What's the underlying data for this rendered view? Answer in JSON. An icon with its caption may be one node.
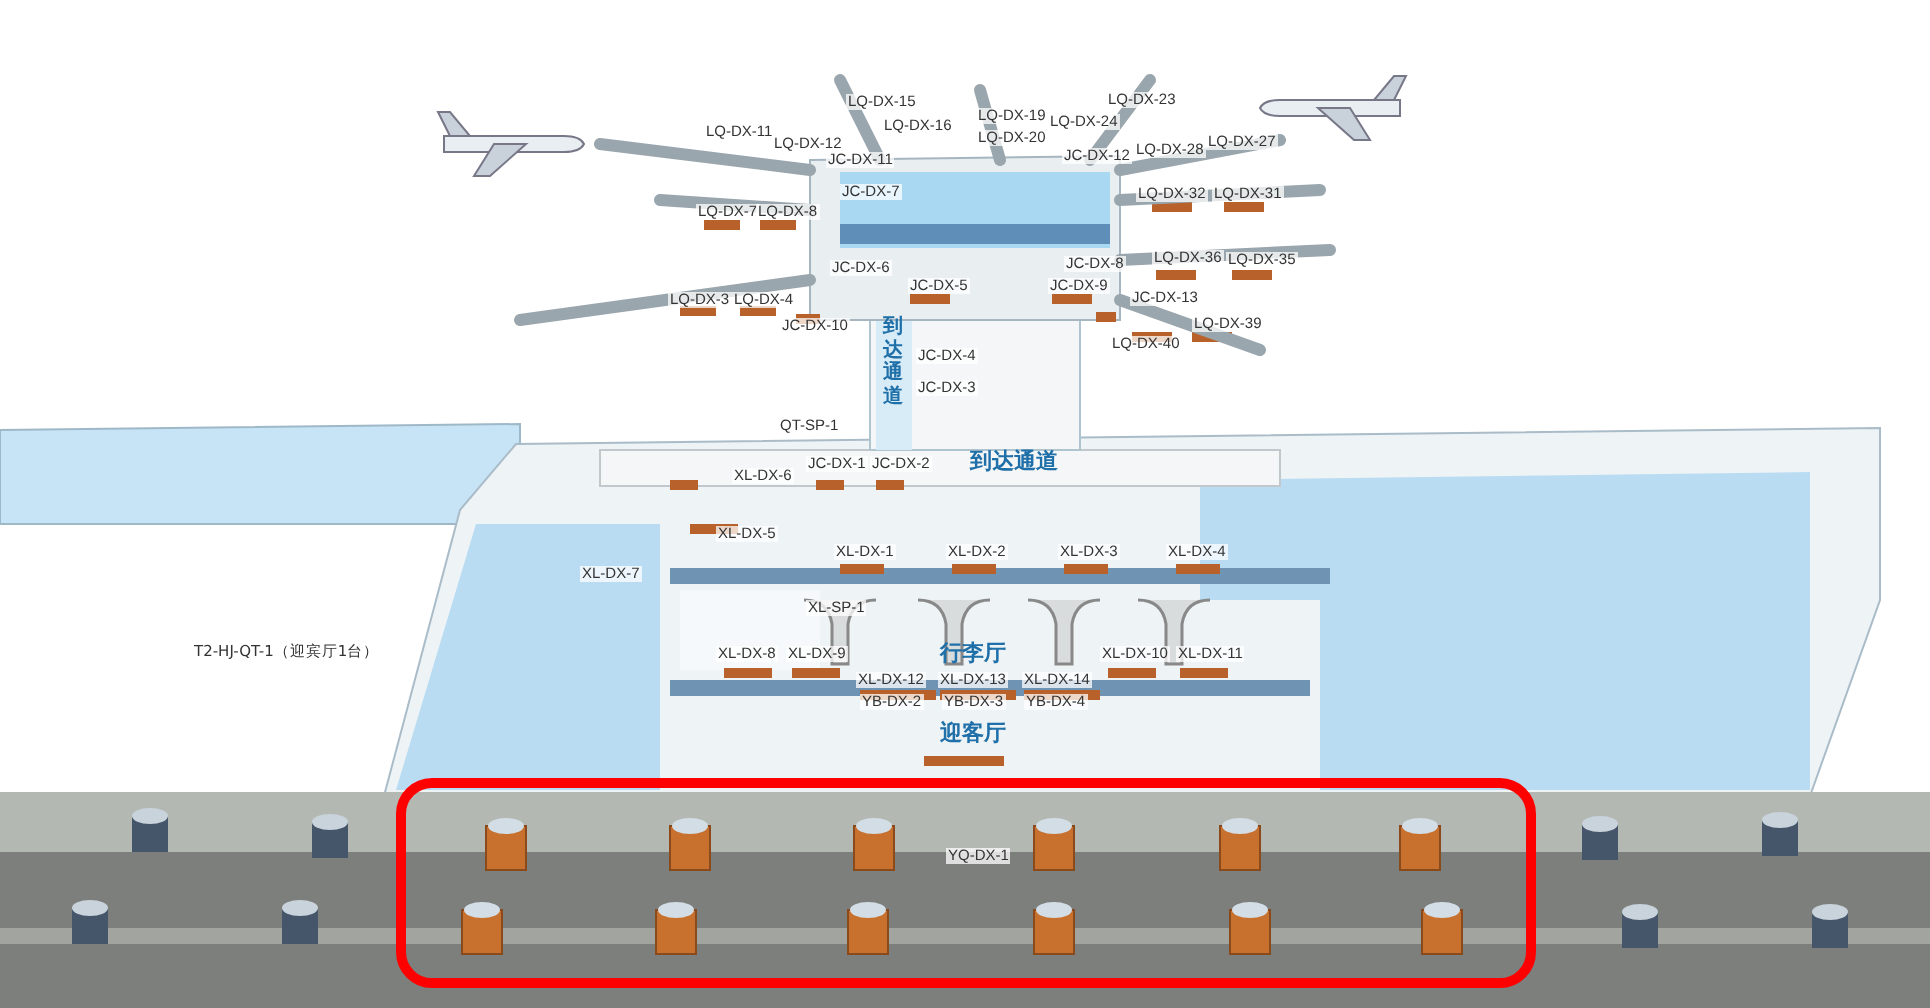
{
  "diagram": {
    "nodes": [
      {
        "text": [
          "YQ-DX-1"
        ]
      }
    ],
    "labels": [
      "LQ-DX-15",
      "LQ-DX-19",
      "LQ-DX-23",
      "LQ-DX-16",
      "LQ-DX-20",
      "LQ-DX-24",
      "LQ-DX-11",
      "LQ-DX-12",
      "JC-DX-11",
      "JC-DX-12",
      "LQ-DX-28",
      "LQ-DX-27",
      "JC-DX-7",
      "LQ-DX-32",
      "LQ-DX-31",
      "LQ-DX-7",
      "LQ-DX-8",
      "JC-DX-6",
      "JC-DX-8",
      "LQ-DX-36",
      "LQ-DX-35",
      "JC-DX-5",
      "JC-DX-9",
      "LQ-DX-3",
      "LQ-DX-4",
      "JC-DX-13",
      "JC-DX-10",
      "LQ-DX-39",
      "LQ-DX-40",
      "到达通道",
      "JC-DX-4",
      "JC-DX-3",
      "QT-SP-1",
      "JC-DX-1",
      "JC-DX-2",
      "到达通道",
      "XL-DX-6",
      "XL-DX-5",
      "XL-DX-1",
      "XL-DX-2",
      "XL-DX-3",
      "XL-DX-4",
      "XL-DX-7",
      "XL-SP-1",
      "T2-HJ-QT-1（迎宾厅1台）",
      "XL-DX-8",
      "XL-DX-9",
      "行李厅",
      "XL-DX-10",
      "XL-DX-11",
      "XL-DX-12",
      "XL-DX-13",
      "XL-DX-14",
      "YB-DX-2",
      "YB-DX-3",
      "YB-DX-4",
      "迎客厅"
    ]
  }
}
